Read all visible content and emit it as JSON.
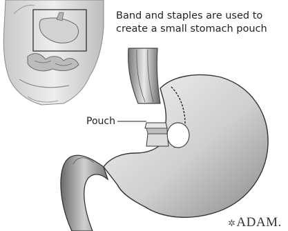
{
  "caption": {
    "line1": "Band and staples are used to",
    "line2": "create a small stomach pouch"
  },
  "labels": {
    "pouch": "Pouch"
  },
  "brand": {
    "name": "ADAM.",
    "star": "✲"
  }
}
